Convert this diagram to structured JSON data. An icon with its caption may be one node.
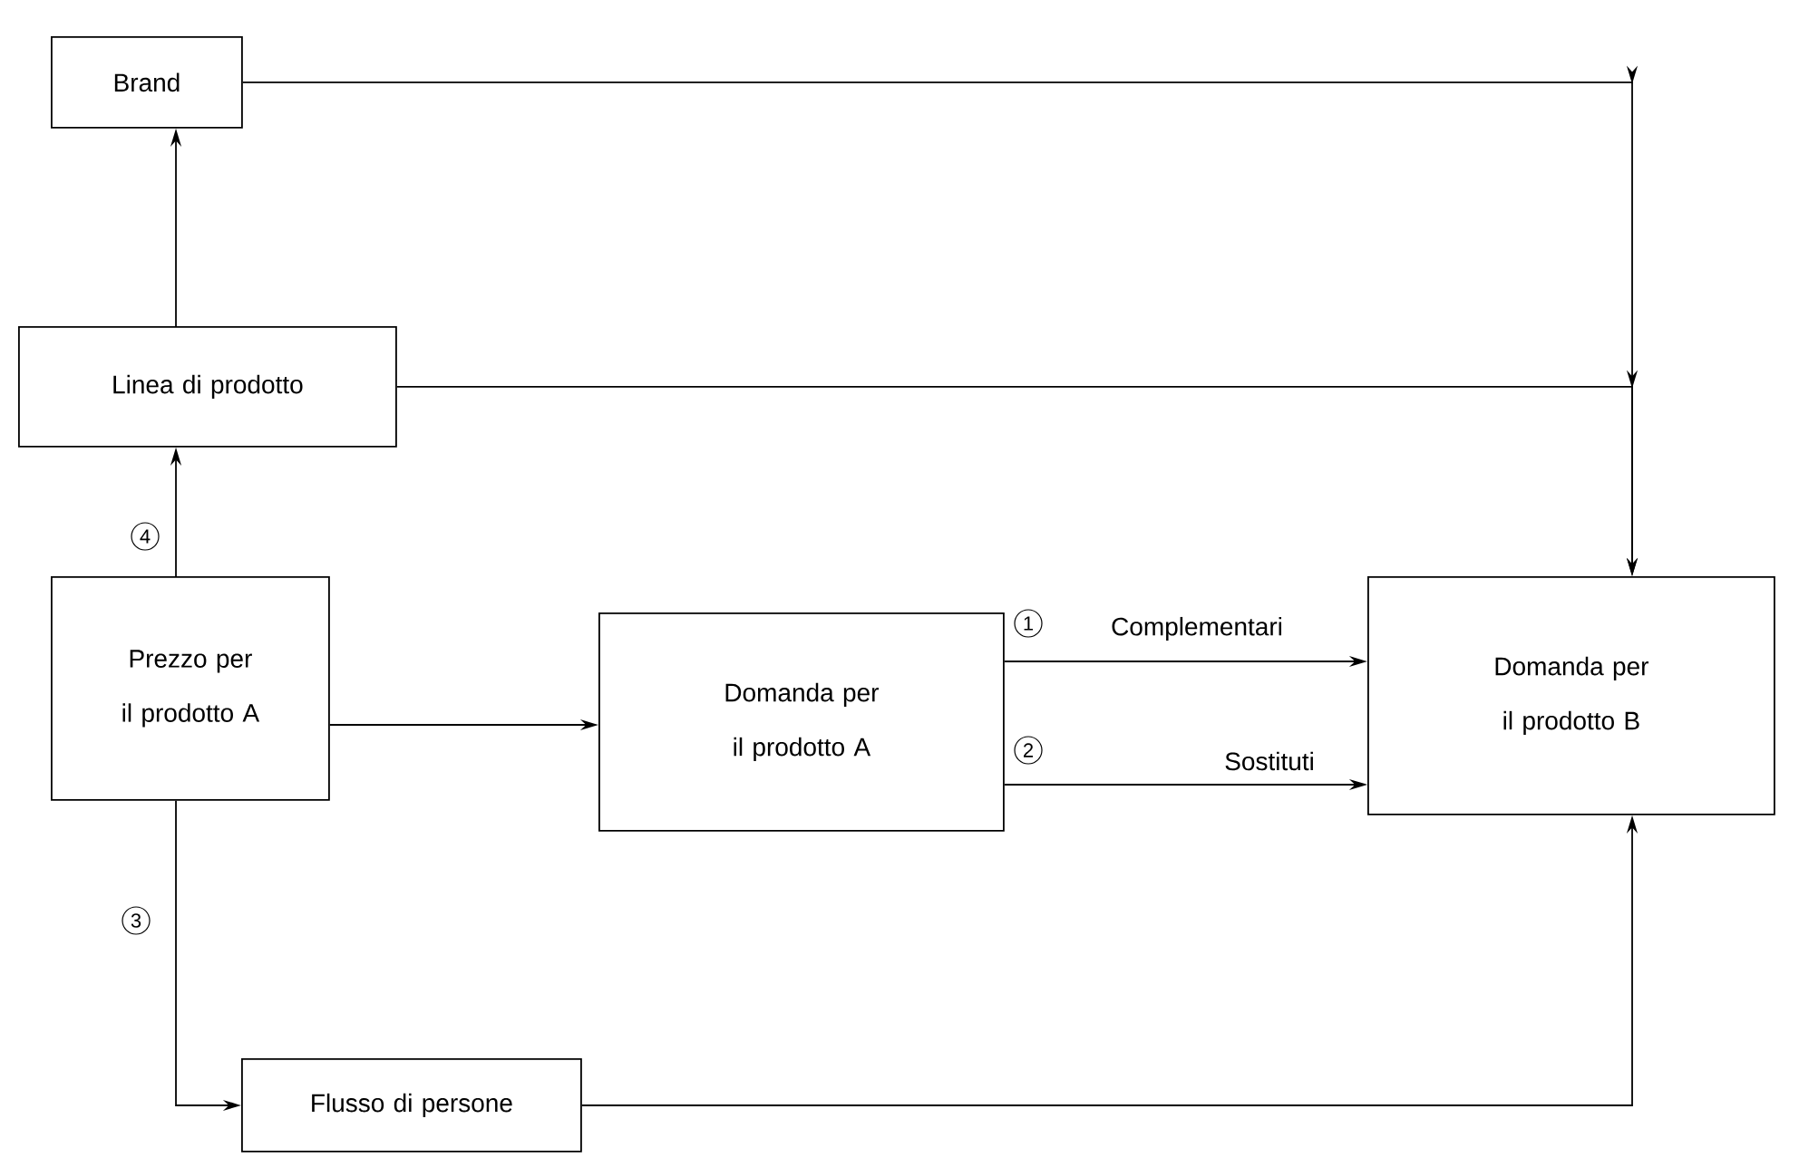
{
  "diagram": {
    "nodes": [
      {
        "text": [
          "Brand"
        ]
      },
      {
        "text": [
          "Linea di prodotto"
        ]
      },
      {
        "text": [
          "Prezzo per il prodotto A"
        ]
      },
      {
        "text": [
          "Domanda per il prodotto A"
        ]
      },
      {
        "text": [
          "Domanda per il prodotto B"
        ]
      },
      {
        "text": [
          "Flusso di persone"
        ]
      }
    ],
    "edges": [
      {
        "from": 0,
        "to": 4,
        "arrow": "to"
      },
      {
        "from": 1,
        "to": 4,
        "arrow": "to"
      },
      {
        "from": 1,
        "to": 0,
        "arrow": "to"
      },
      {
        "from": 2,
        "to": 1,
        "arrow": "to"
      },
      {
        "from": 2,
        "to": 3,
        "arrow": "to"
      },
      {
        "from": 3,
        "to": 4,
        "arrow": "to",
        "label": "Complementari"
      },
      {
        "from": 3,
        "to": 4,
        "arrow": "to",
        "label": "Sostituti"
      },
      {
        "from": 2,
        "to": 5,
        "arrow": "to"
      },
      {
        "from": 5,
        "to": 4,
        "arrow": "to"
      }
    ],
    "labels": [
      "1",
      "2",
      "3",
      "4"
    ]
  }
}
